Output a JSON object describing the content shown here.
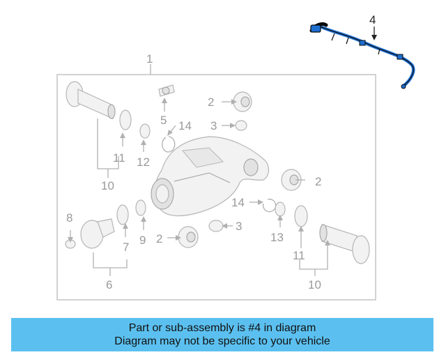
{
  "diagram": {
    "callouts": {
      "c1": "1",
      "c2a": "2",
      "c2b": "2",
      "c2c": "2",
      "c3a": "3",
      "c3b": "3",
      "c4": "4",
      "c5": "5",
      "c6": "6",
      "c7": "7",
      "c8": "8",
      "c9": "9",
      "c10a": "10",
      "c10b": "10",
      "c11a": "11",
      "c11b": "11",
      "c12": "12",
      "c13": "13",
      "c14a": "14",
      "c14b": "14"
    },
    "highlight_color": "#1e6fd0"
  },
  "banner": {
    "line1": "Part or sub-assembly is #4 in diagram",
    "line2": "Diagram may not be specific to your vehicle",
    "background": "#5bc0f0"
  }
}
